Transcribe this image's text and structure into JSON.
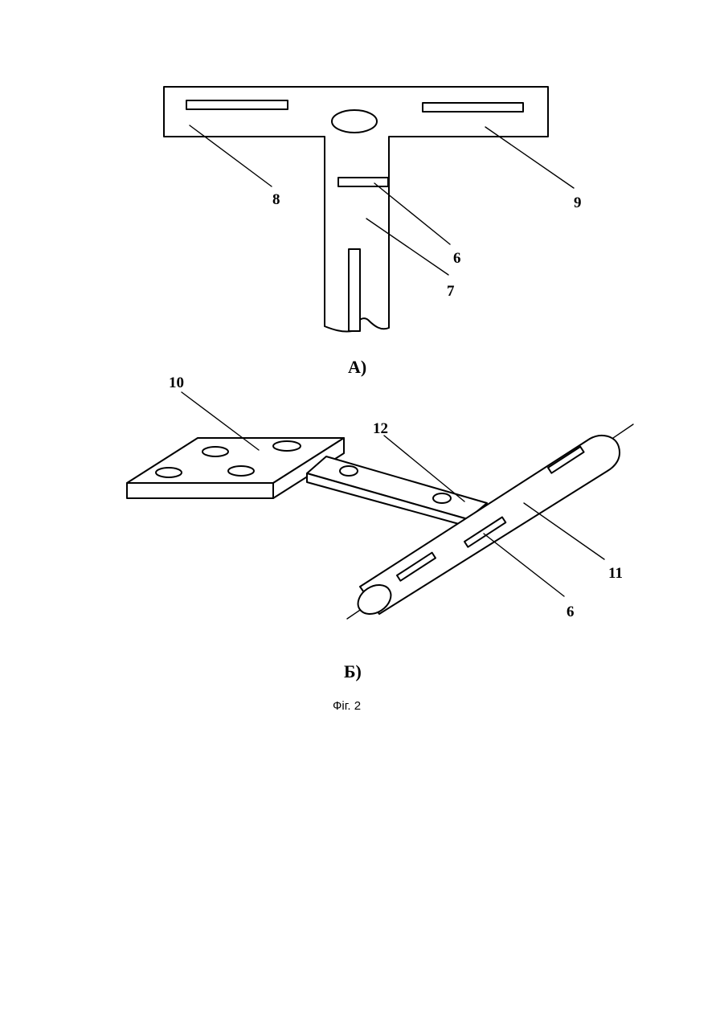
{
  "panel_a": {
    "title": "А)",
    "labels": {
      "l8": "8",
      "l9": "9",
      "l6": "6",
      "l7": "7"
    }
  },
  "panel_b": {
    "title": "Б)",
    "labels": {
      "l10": "10",
      "l12": "12",
      "l11": "11",
      "l6": "6"
    }
  },
  "caption": "Фіг. 2"
}
